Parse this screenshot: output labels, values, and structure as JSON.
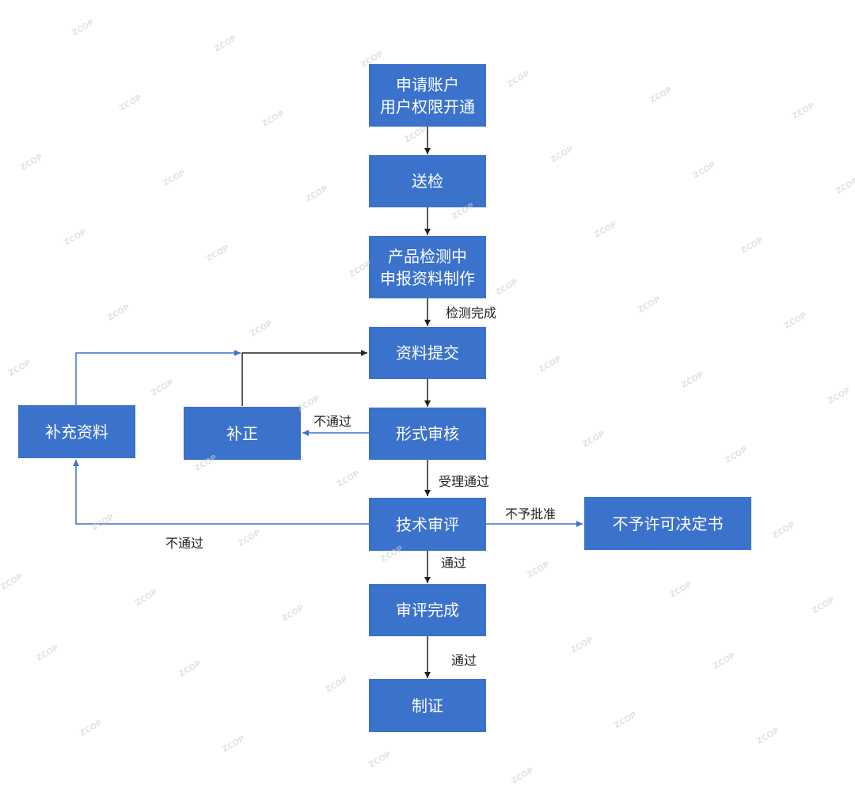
{
  "colors": {
    "node_fill": "#3b72cc",
    "node_text": "#ffffff",
    "arrow_black": "#222222",
    "arrow_blue": "#3b72cc"
  },
  "nodes": {
    "apply_account": {
      "line1": "申请账户",
      "line2": "用户权限开通"
    },
    "send_inspection": {
      "label": "送检"
    },
    "product_testing": {
      "line1": "产品检测中",
      "line2": "申报资料制作"
    },
    "submit_materials": {
      "label": "资料提交"
    },
    "formal_review": {
      "label": "形式审核"
    },
    "correction": {
      "label": "补正"
    },
    "supplement_materials": {
      "label": "补充资料"
    },
    "technical_review": {
      "label": "技术审评"
    },
    "not_permitted_decision": {
      "label": "不予许可决定书"
    },
    "review_complete": {
      "label": "审评完成"
    },
    "certification": {
      "label": "制证"
    }
  },
  "edge_labels": {
    "test_complete": "检测完成",
    "not_passed_formal": "不通过",
    "accepted": "受理通过",
    "not_approved": "不予批准",
    "not_passed_technical": "不通过",
    "passed_review": "通过",
    "passed_cert": "通过"
  },
  "watermark": "ZCOP"
}
